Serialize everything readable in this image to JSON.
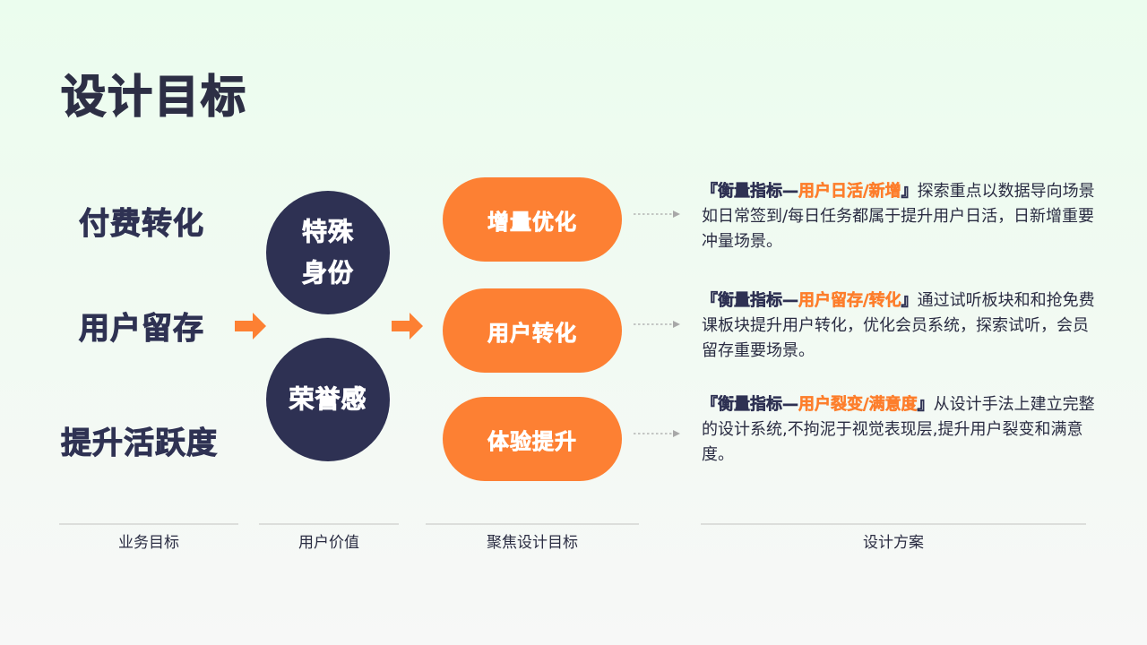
{
  "page": {
    "title": "设计目标"
  },
  "colors": {
    "navy": "#2e3153",
    "orange": "#fd8033",
    "background_top": "#ebfdee",
    "background_bottom": "#f7f8f7",
    "rule": "#dcdedb",
    "dotted_arrow": "#a8a8a8"
  },
  "business_goals": [
    {
      "label": "付费转化"
    },
    {
      "label": "用户留存"
    },
    {
      "label": "提升活跃度"
    }
  ],
  "user_values": [
    {
      "lines": [
        "特殊",
        "身份"
      ]
    },
    {
      "lines": [
        "荣誉感"
      ]
    }
  ],
  "design_focus": [
    {
      "label": "增量优化"
    },
    {
      "label": "用户转化"
    },
    {
      "label": "体验提升"
    }
  ],
  "design_plans": [
    {
      "bracket_open": "『",
      "metric_prefix": "衡量指标—",
      "metric_name": "用户日活/新增",
      "bracket_close": "』",
      "description": "探索重点以数据导向场景如日常签到/每日任务都属于提升用户日活，日新增重要冲量场景。"
    },
    {
      "bracket_open": "『",
      "metric_prefix": "衡量指标—",
      "metric_name": "用户留存/转化",
      "bracket_close": "』",
      "description": "通过试听板块和和抢免费课板块提升用户转化，优化会员系统，探索试听，会员留存重要场景。"
    },
    {
      "bracket_open": "『",
      "metric_prefix": "衡量指标—",
      "metric_name": "用户裂变/满意度",
      "bracket_close": "』",
      "description": "从设计手法上建立完整的设计系统,不拘泥于视觉表现层,提升用户裂变和满意度。"
    }
  ],
  "icons": {
    "flow_arrow": "arrow-right-icon",
    "dotted_arrow": "dotted-arrow-right-icon"
  },
  "column_labels": [
    {
      "label": "业务目标"
    },
    {
      "label": "用户价值"
    },
    {
      "label": "聚焦设计目标"
    },
    {
      "label": "设计方案"
    }
  ]
}
